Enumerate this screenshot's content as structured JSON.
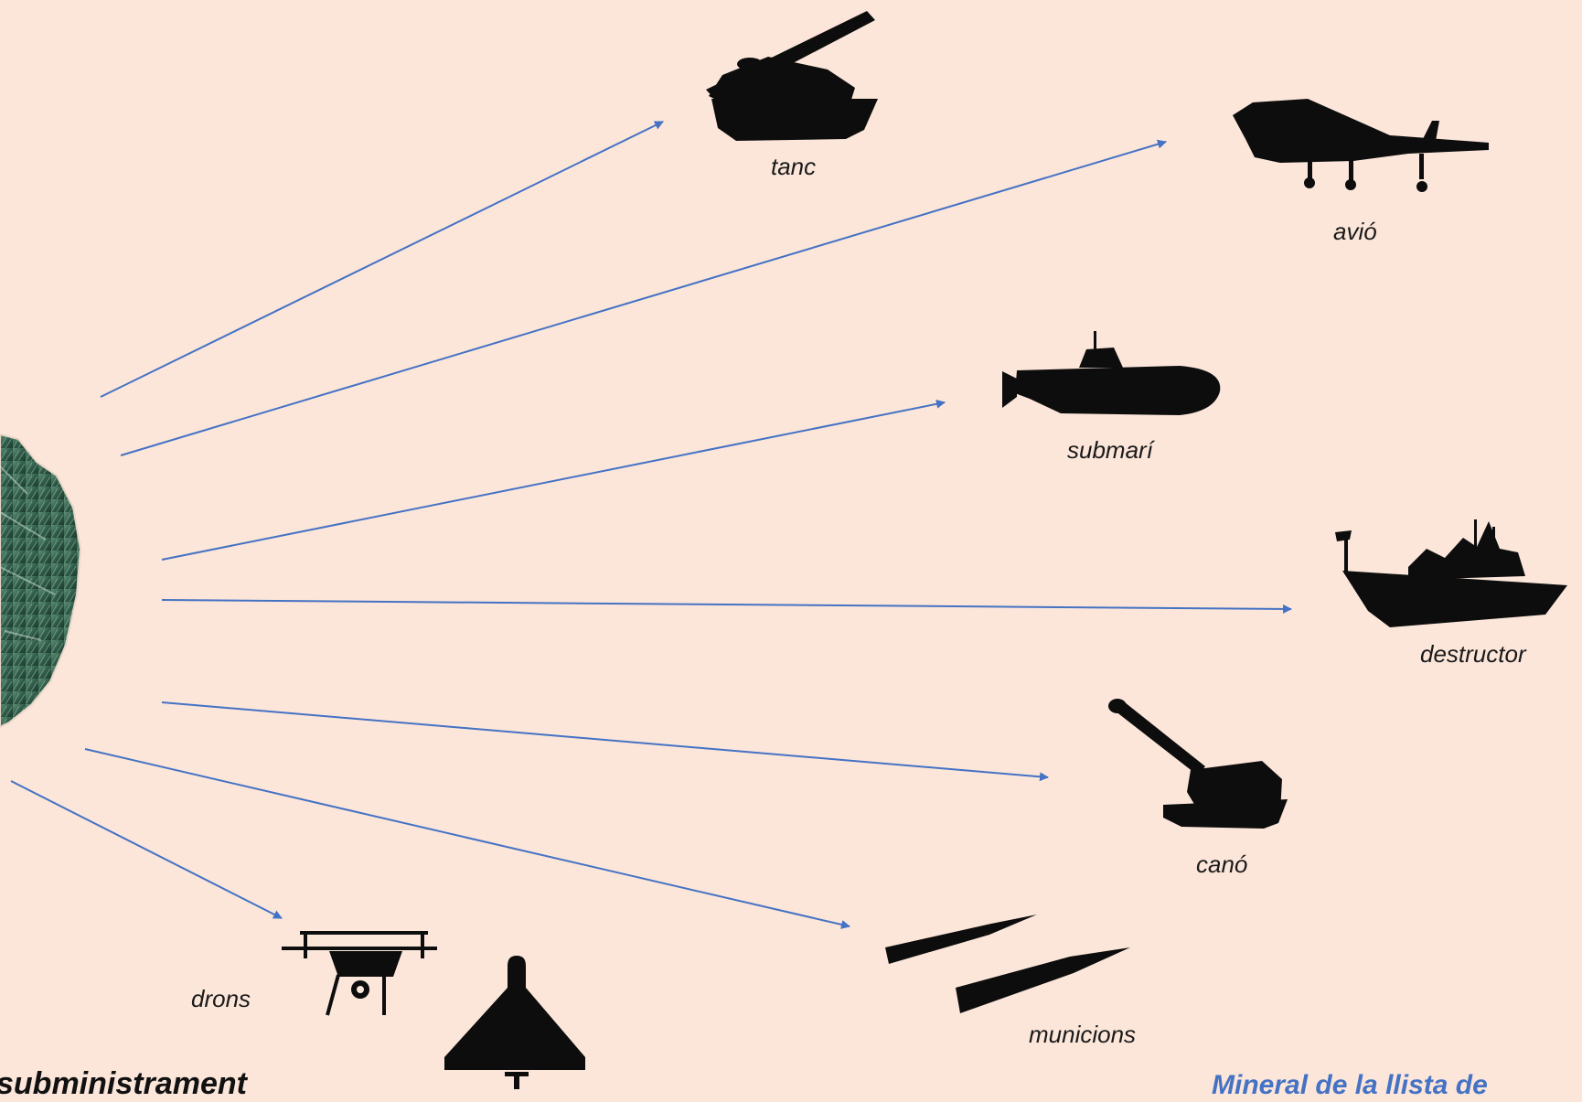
{
  "colors": {
    "background": "#fce6da",
    "arrow": "#4472c4",
    "silhouette": "#0d0d0d",
    "mineral": "#2f5c48",
    "caption_accent": "#4472c4"
  },
  "labels": {
    "tank": "tanc",
    "plane": "avió",
    "submarine": "submarí",
    "destroyer": "destructor",
    "cannon": "canó",
    "ammunition": "municions",
    "drones": "drons"
  },
  "captions": {
    "supply": "subministrament",
    "mineral_list": "Mineral de la llista de"
  },
  "icons": [
    "mineral-rock-icon",
    "tank-icon",
    "fighter-jet-icon",
    "submarine-icon",
    "destroyer-ship-icon",
    "howitzer-cannon-icon",
    "ammunition-icon",
    "quadcopter-drone-icon",
    "delta-drone-icon"
  ]
}
